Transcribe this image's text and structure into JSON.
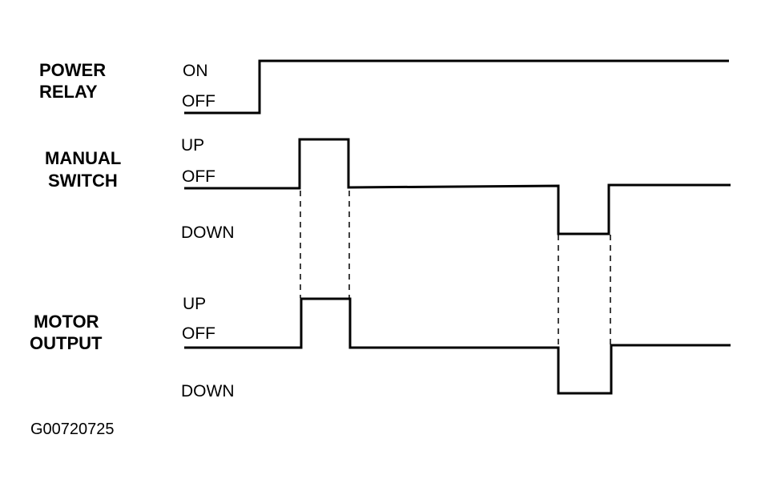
{
  "signals": {
    "power_relay": {
      "name_line1": "POWER",
      "name_line2": "RELAY",
      "states": {
        "high": "ON",
        "low": "OFF"
      }
    },
    "manual_switch": {
      "name_line1": "MANUAL",
      "name_line2": "SWITCH",
      "states": {
        "high": "UP",
        "mid": "OFF",
        "low": "DOWN"
      }
    },
    "motor_output": {
      "name_line1": "MOTOR",
      "name_line2": "OUTPUT",
      "states": {
        "high": "UP",
        "mid": "OFF",
        "low": "DOWN"
      }
    }
  },
  "figure_id": "G00720725"
}
